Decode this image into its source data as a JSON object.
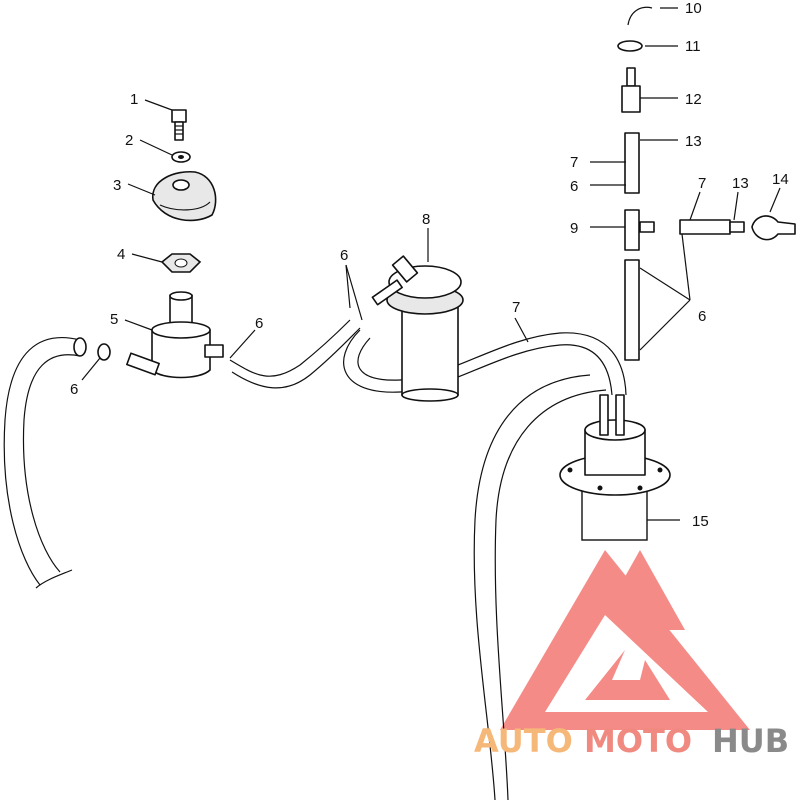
{
  "callouts": {
    "c1": "1",
    "c2": "2",
    "c3": "3",
    "c4": "4",
    "c5": "5",
    "c6a": "6",
    "c6b": "6",
    "c6c": "6",
    "c6d": "6",
    "c6e": "6",
    "c7a": "7",
    "c7b": "7",
    "c7c": "7",
    "c8": "8",
    "c9": "9",
    "c10": "10",
    "c11": "11",
    "c12": "12",
    "c13a": "13",
    "c13b": "13",
    "c14": "14",
    "c15": "15"
  },
  "watermark": {
    "auto": "AUTO",
    "moto": "MOTO",
    "hub": "HUB",
    "colors": {
      "auto": "#f5b878",
      "moto": "#f08a80",
      "hub": "#8a8a8a",
      "logo": "#f47f7a"
    }
  }
}
